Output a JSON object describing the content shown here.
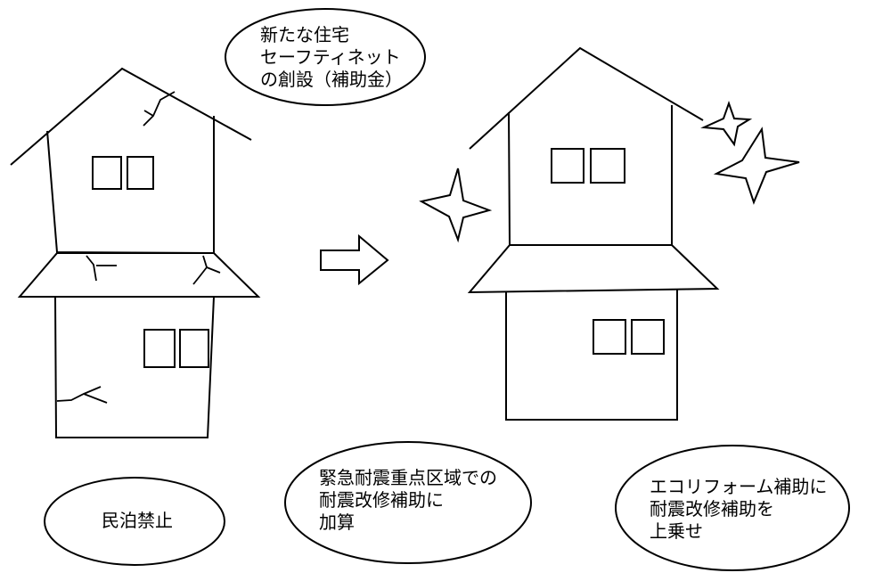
{
  "bubble_top": {
    "lines": [
      "新たな住宅",
      "セーフティネット",
      "の創設（補助金）"
    ]
  },
  "bubble_left": {
    "lines": [
      "民泊禁止"
    ]
  },
  "bubble_middle": {
    "lines": [
      "緊急耐震重点区域での",
      "耐震改修補助に",
      "加算"
    ]
  },
  "bubble_right": {
    "lines": [
      "エコリフォーム補助に",
      "耐震改修補助を",
      "上乗せ"
    ]
  }
}
